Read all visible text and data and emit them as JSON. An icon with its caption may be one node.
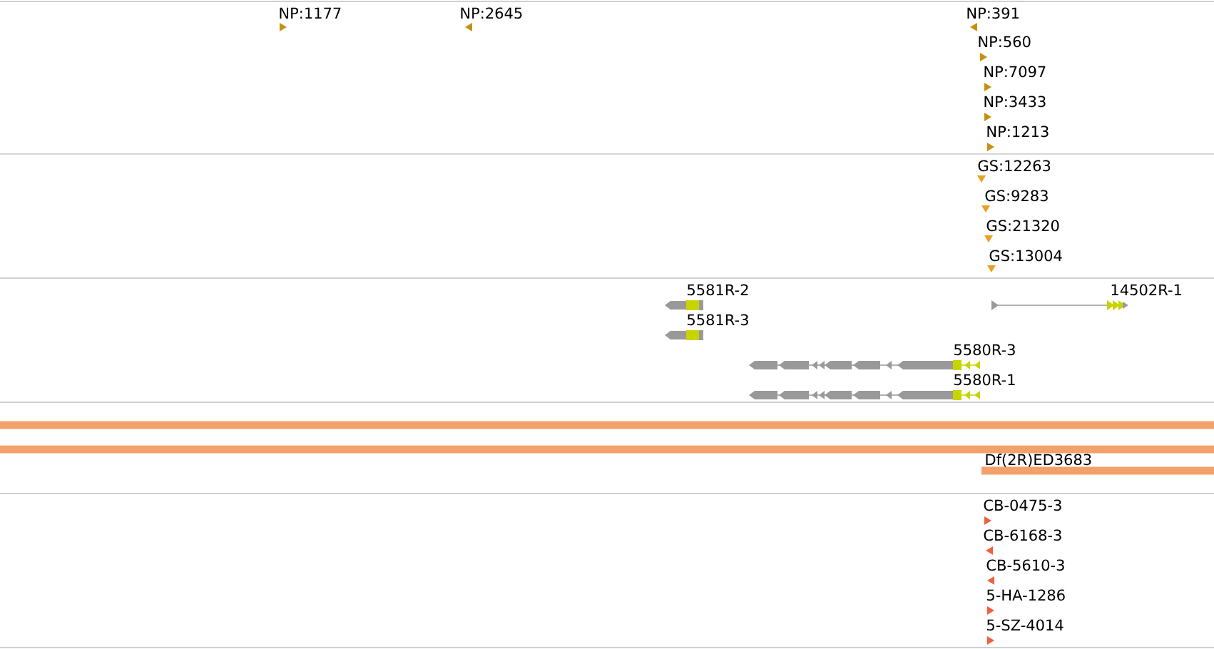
{
  "diagram": {
    "nodes": [
      {
        "text": [
          "NP:1177"
        ]
      },
      {
        "text": [
          "NP:2645"
        ]
      },
      {
        "text": [
          "NP:391"
        ]
      },
      {
        "text": [
          "NP:560"
        ]
      },
      {
        "text": [
          "NP:7097"
        ]
      },
      {
        "text": [
          "NP:3433"
        ]
      },
      {
        "text": [
          "NP:1213"
        ]
      },
      {
        "text": [
          "GS:12263"
        ]
      },
      {
        "text": [
          "GS:9283"
        ]
      },
      {
        "text": [
          "GS:21320"
        ]
      },
      {
        "text": [
          "GS:13004"
        ]
      },
      {
        "text": [
          "5581R-2"
        ]
      },
      {
        "text": [
          "5581R-3"
        ]
      },
      {
        "text": [
          "14502R-1"
        ]
      },
      {
        "text": [
          "5580R-3"
        ]
      },
      {
        "text": [
          "5580R-1"
        ]
      },
      {
        "text": [],
        "shape": "bar"
      },
      {
        "text": [],
        "shape": "bar"
      },
      {
        "text": [
          "Df(2R)ED3683"
        ]
      },
      {
        "text": [
          "CB-0475-3"
        ]
      },
      {
        "text": [
          "CB-6168-3"
        ]
      },
      {
        "text": [
          "CB-5610-3"
        ]
      },
      {
        "text": [
          "5-HA-1286"
        ]
      },
      {
        "text": [
          "5-SZ-4014"
        ]
      }
    ]
  }
}
